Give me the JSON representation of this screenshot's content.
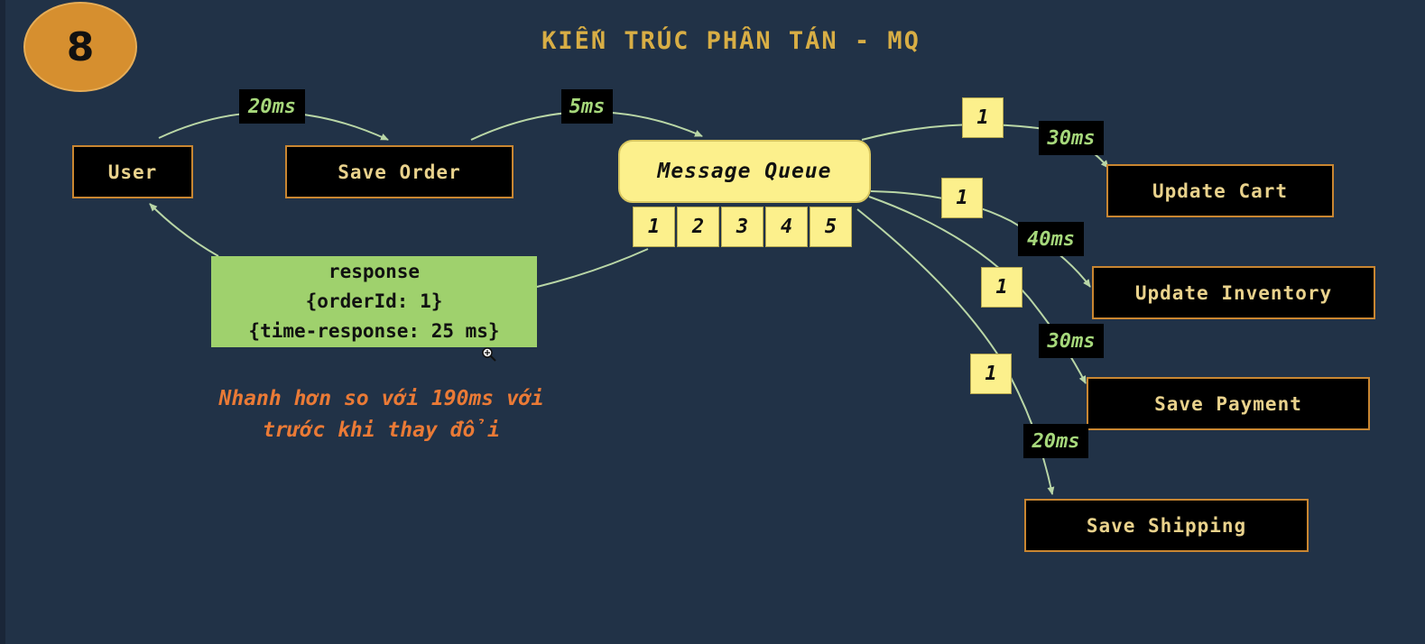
{
  "badge": {
    "number": "8"
  },
  "title": "KIẾN TRÚC PHÂN TÁN - MQ",
  "nodes": {
    "user": "User",
    "save_order": "Save Order",
    "update_cart": "Update Cart",
    "update_inventory": "Update Inventory",
    "save_payment": "Save Payment",
    "save_shipping": "Save Shipping"
  },
  "queue": {
    "label": "Message Queue",
    "slots": [
      "1",
      "2",
      "3",
      "4",
      "5"
    ]
  },
  "latencies": {
    "user_to_order": "20ms",
    "order_to_queue": "5ms",
    "cart": "30ms",
    "inventory": "40ms",
    "payment": "30ms",
    "shipping": "20ms"
  },
  "messages": {
    "cart": "1",
    "inventory": "1",
    "payment": "1",
    "shipping": "1"
  },
  "response": {
    "line1": "response",
    "line2": "{orderId: 1}",
    "line3": "{time-response: 25 ms}"
  },
  "note": {
    "line1": "Nhanh hơn so với 190ms với",
    "line2": "trước khi thay đổi"
  },
  "colors": {
    "background": "#213247",
    "accent_gold": "#d8ae45",
    "node_border": "#c98631",
    "queue_yellow": "#fcf08c",
    "latency_green": "#a6d87b",
    "response_green": "#9fd16d",
    "note_orange": "#ea7a36",
    "arrow": "#b9d6a6"
  }
}
